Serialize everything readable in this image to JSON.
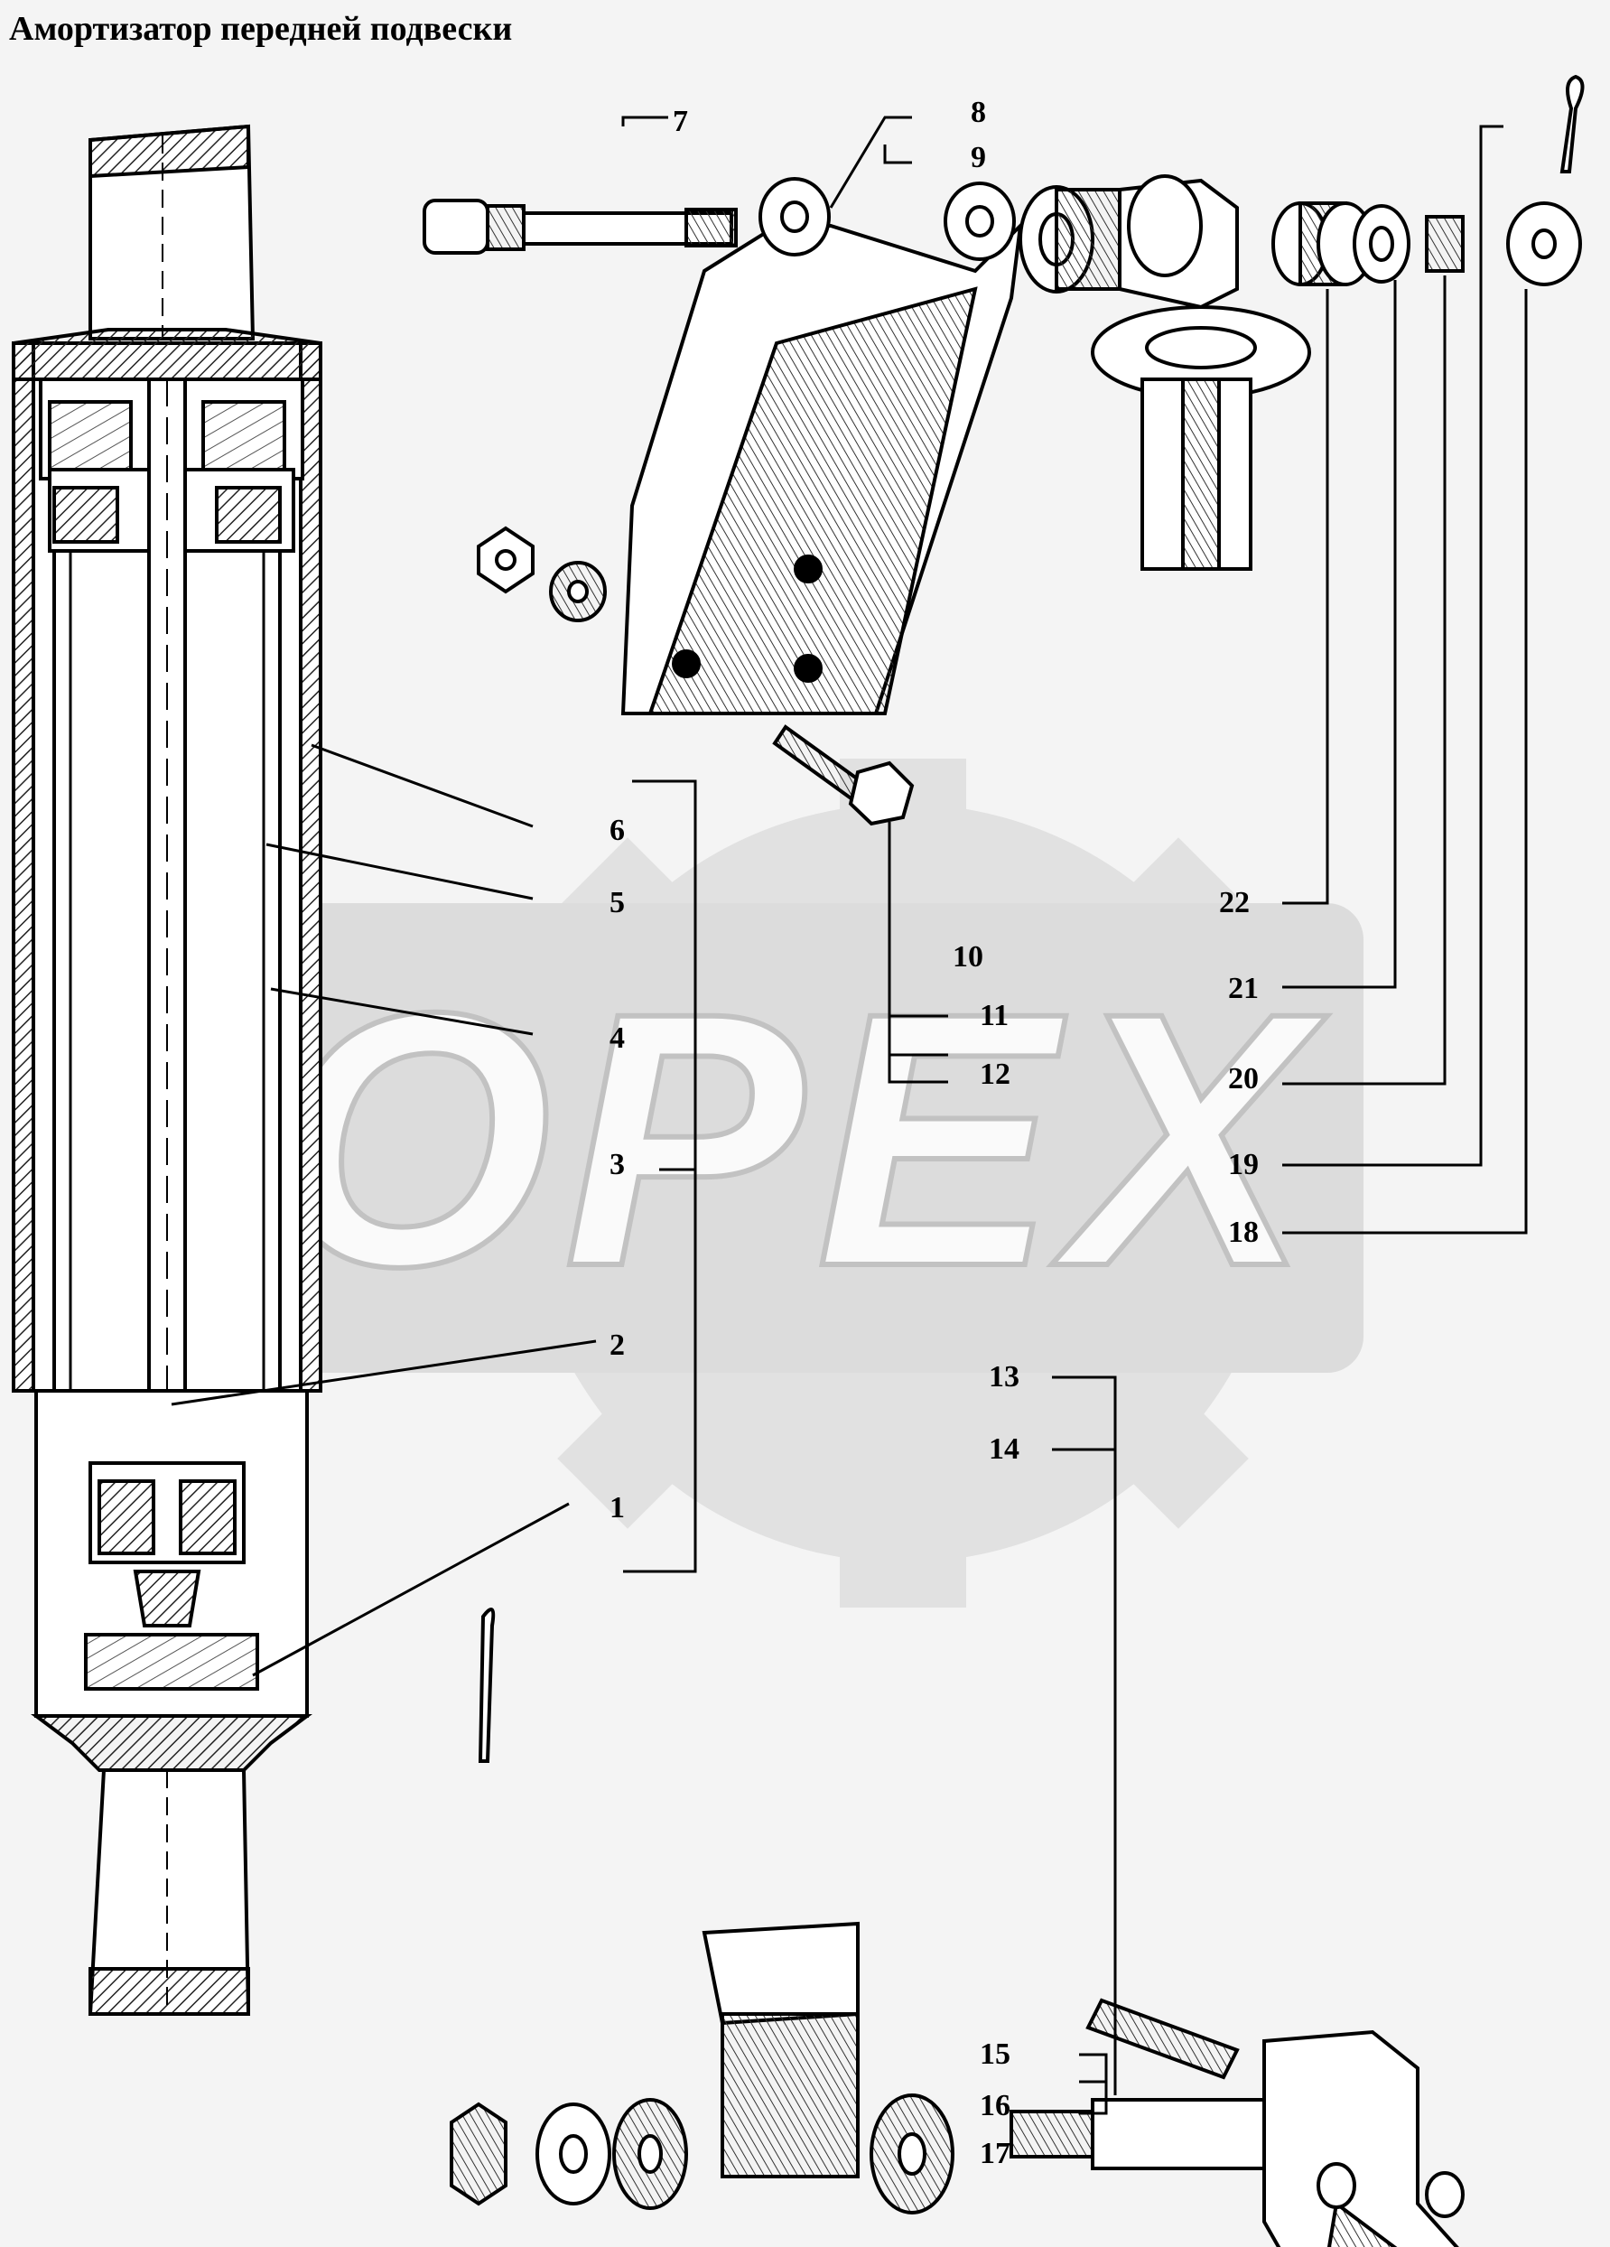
{
  "title": "Амортизатор передней подвески",
  "watermark": {
    "text": "OPEX",
    "color": "#cfcfcf"
  },
  "callouts": {
    "n1": "1",
    "n2": "2",
    "n3": "3",
    "n4": "4",
    "n5": "5",
    "n6": "6",
    "n7": "7",
    "n8": "8",
    "n9": "9",
    "n10": "10",
    "n11": "11",
    "n12": "12",
    "n13": "13",
    "n14": "14",
    "n15": "15",
    "n16": "16",
    "n17": "17",
    "n18": "18",
    "n19": "19",
    "n20": "20",
    "n21": "21",
    "n22": "22"
  }
}
